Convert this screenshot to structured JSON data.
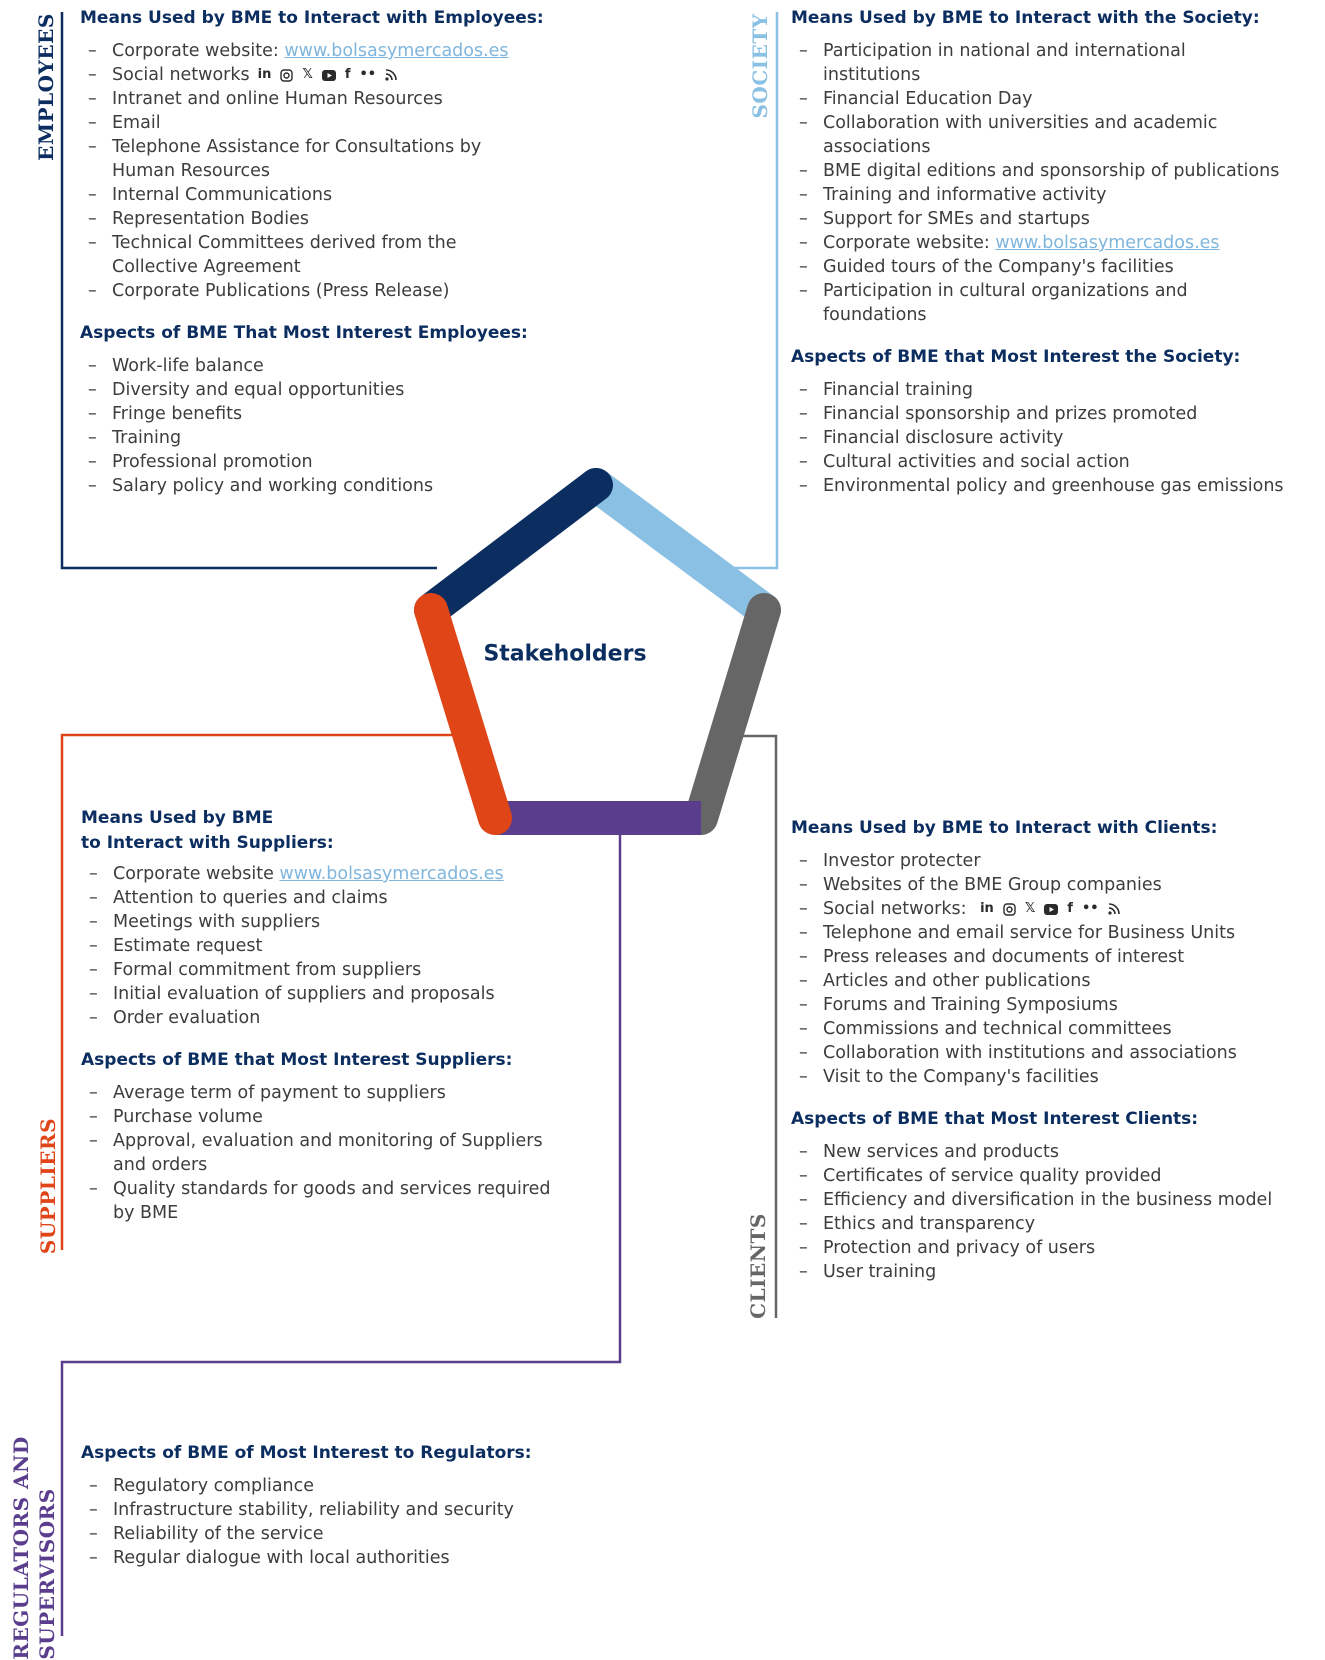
{
  "center": {
    "title": "Stakeholders"
  },
  "colors": {
    "employees": "#0b2d5f",
    "society": "#8ac0e3",
    "clients": "#666666",
    "regulators": "#5a3d8c",
    "suppliers": "#e04518",
    "heading": "#0b2d5f",
    "link": "#7fb6dd"
  },
  "social_icons": [
    "linkedin-icon",
    "instagram-icon",
    "x-icon",
    "youtube-icon",
    "facebook-icon",
    "flickr-icon",
    "rss-icon"
  ],
  "employees": {
    "label": "EMPLOYEES",
    "means_heading": "Means Used by BME to Interact with Employees:",
    "means": [
      "Corporate website: ",
      "Social networks",
      "Intranet and online Human Resources",
      "Email",
      "Telephone Assistance for Consultations by Human Resources",
      "Internal Communications",
      "Representation Bodies",
      "Technical Committees derived from the Collective Agreement",
      "Corporate Publications (Press Release)"
    ],
    "website_link": "www.bolsasymercados.es",
    "aspects_heading": "Aspects of BME That Most Interest Employees:",
    "aspects": [
      "Work-life balance",
      "Diversity and equal opportunities",
      "Fringe benefits",
      "Training",
      "Professional promotion",
      "Salary policy and working conditions"
    ]
  },
  "society": {
    "label": "SOCIETY",
    "means_heading": "Means Used by BME to Interact with the Society:",
    "means": [
      "Participation in national and international institutions",
      "Financial Education Day",
      "Collaboration with universities and academic associations",
      "BME digital editions and sponsorship of publications",
      "Training and informative activity",
      "Support for SMEs and startups",
      "Corporate website: ",
      "Guided tours of the Company's facilities",
      "Participation in cultural organizations and foundations"
    ],
    "website_link": "www.bolsasymercados.es",
    "aspects_heading": "Aspects of BME that Most Interest the Society:",
    "aspects": [
      "Financial training",
      "Financial sponsorship and prizes promoted",
      "Financial disclosure activity",
      "Cultural activities and social action",
      "Environmental policy and greenhouse gas emissions"
    ]
  },
  "suppliers": {
    "label": "SUPPLIERS",
    "means_heading_1": "Means Used by BME",
    "means_heading_2": "to Interact with Suppliers:",
    "means": [
      "Corporate website  ",
      "Attention to queries and claims",
      "Meetings with suppliers",
      "Estimate request",
      "Formal commitment from suppliers",
      "Initial evaluation of suppliers and proposals",
      "Order evaluation"
    ],
    "website_link": "www.bolsasymercados.es",
    "aspects_heading": "Aspects of BME that Most Interest Suppliers:",
    "aspects": [
      "Average term of payment to suppliers",
      "Purchase volume",
      "Approval, evaluation and monitoring of Suppliers and orders",
      "Quality standards for goods and services required by BME"
    ]
  },
  "clients": {
    "label": "CLIENTS",
    "means_heading": "Means Used by BME to Interact with Clients:",
    "means": [
      "Investor protecter",
      "Websites of the BME Group companies",
      "Social networks: ",
      "Telephone and email service for Business Units",
      "Press releases and documents of interest",
      "Articles and other publications",
      "Forums and Training Symposiums",
      "Commissions and technical committees",
      "Collaboration with institutions and associations",
      "Visit to  the Company's facilities"
    ],
    "aspects_heading": "Aspects of BME that Most Interest Clients:",
    "aspects": [
      "New services and products",
      "Certificates of service quality provided",
      "Efficiency and diversification in the business model",
      "Ethics and transparency",
      "Protection and privacy of users",
      "User training"
    ]
  },
  "regulators": {
    "label_1": "REGULATORS AND",
    "label_2": "SUPERVISORS",
    "aspects_heading": "Aspects of BME of Most Interest to Regulators:",
    "aspects": [
      "Regulatory compliance",
      "Infrastructure stability, reliability and security",
      "Reliability of the service",
      "Regular dialogue with local authorities"
    ]
  }
}
